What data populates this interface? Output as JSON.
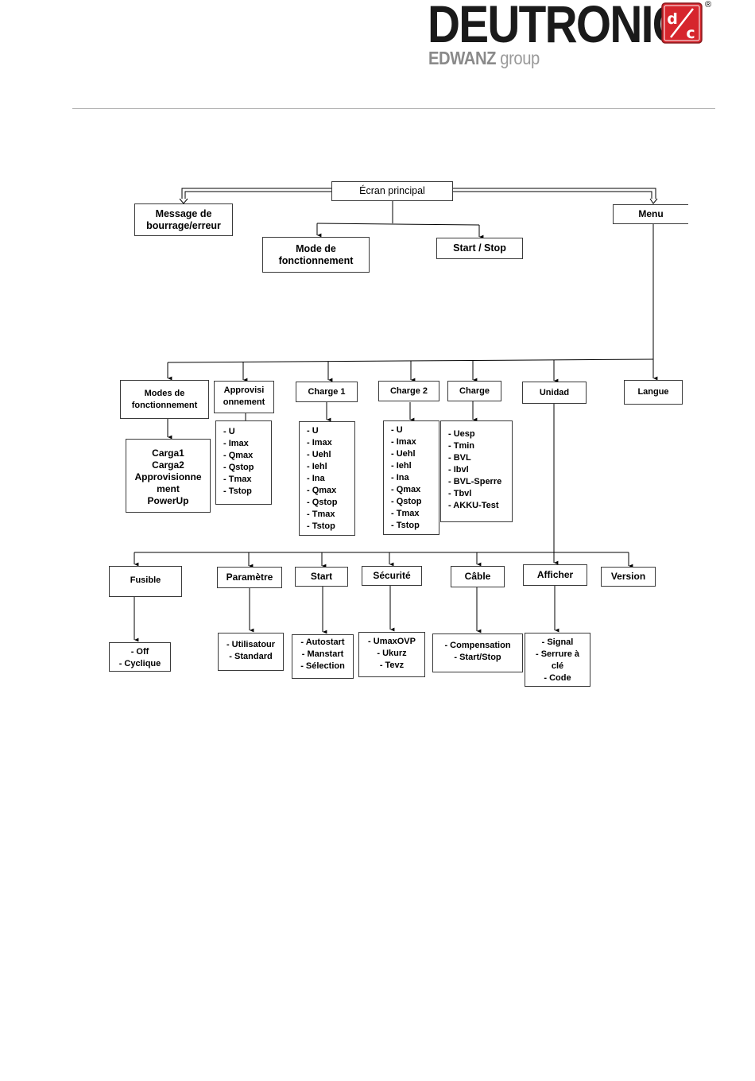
{
  "logo": {
    "brand": "DEUTRONIC",
    "group_bold": "EDWANZ",
    "group_light": "group",
    "badge": "d/c",
    "registered": "®",
    "accent": "#d6262d"
  },
  "diagram": {
    "ecran_principal": "Écran principal",
    "message": "Message de bourrage/erreur",
    "mode_fonctionnement": "Mode de fonctionnement",
    "start_stop": "Start / Stop",
    "menu": "Menu",
    "modes_fonctionnement": "Modes de fonctionnement",
    "approvisionnement": "Approvisi onnement",
    "charge1": "Charge 1",
    "charge2": "Charge 2",
    "charge": "Charge",
    "unidad": "Unidad",
    "langue": "Langue",
    "modes_list": [
      "Carga1",
      "Carga2",
      "Approvisionne ment",
      "PowerUp"
    ],
    "approv_list": [
      "- U",
      "- Imax",
      "- Qmax",
      "- Qstop",
      "- Tmax",
      "- Tstop"
    ],
    "charge1_list": [
      "- U",
      "- Imax",
      "- Uehl",
      "- Iehl",
      "- Ina",
      "- Qmax",
      "- Qstop",
      "- Tmax",
      "- Tstop"
    ],
    "charge2_list": [
      "- U",
      "- Imax",
      "- Uehl",
      "- Iehl",
      "- Ina",
      "- Qmax",
      "- Qstop",
      "- Tmax",
      "- Tstop"
    ],
    "charge_list": [
      "- Uesp",
      "- Tmin",
      "- BVL",
      "- Ibvl",
      "- BVL-Sperre",
      "- Tbvl",
      "- AKKU-Test"
    ],
    "fusible": "Fusible",
    "parametre": "Paramètre",
    "start": "Start",
    "securite": "Sécurité",
    "cable": "Câble",
    "afficher": "Afficher",
    "version": "Version",
    "fusible_list": [
      "- Off",
      "- Cyclique"
    ],
    "parametre_list": [
      "- Utilisatour",
      "- Standard"
    ],
    "start_list": [
      "- Autostart",
      "- Manstart",
      "- Sélection"
    ],
    "securite_list": [
      "- UmaxOVP",
      "- Ukurz",
      "- Tevz"
    ],
    "cable_list": [
      "- Compensation",
      "- Start/Stop"
    ],
    "afficher_list": [
      "- Signal",
      "- Serrure à clé",
      "- Code"
    ]
  }
}
